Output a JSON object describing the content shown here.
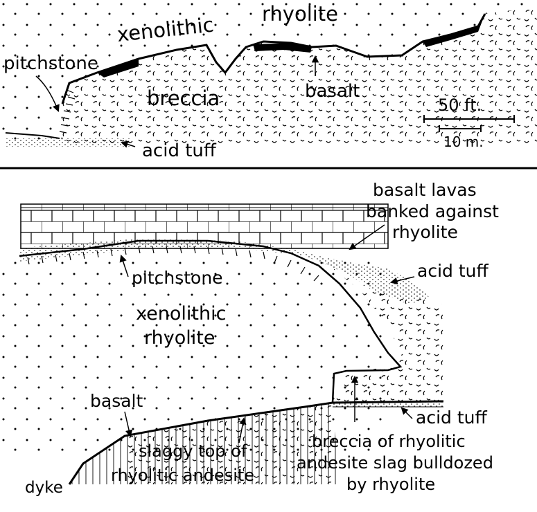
{
  "top_section": {
    "labels": {
      "xenolithic": "xenolithic",
      "rhyolite": "rhyolite",
      "pitchstone": "pitchstone",
      "breccia": "breccia",
      "basalt": "basalt",
      "acid_tuff": "acid tuff"
    },
    "scale": {
      "feet": "50 ft.",
      "metres": "10 m."
    }
  },
  "bottom_section": {
    "labels": {
      "basalt_lavas_1": "basalt lavas",
      "basalt_lavas_2": "banked against",
      "basalt_lavas_3": "rhyolite",
      "pitchstone": "pitchstone",
      "acid_tuff_upper": "acid tuff",
      "xenolithic": "xenolithic",
      "rhyolite": "rhyolite",
      "basalt": "basalt",
      "acid_tuff_lower": "acid tuff",
      "breccia_1": "breccia of rhyolitic",
      "breccia_2": "andesite slag bulldozed",
      "breccia_3": "by rhyolite",
      "slaggy_1": "slaggy top of",
      "slaggy_2": "rhyolitic andesite",
      "dyke": "dyke"
    }
  },
  "colors": {
    "ink": "#000000",
    "paper": "#ffffff"
  }
}
